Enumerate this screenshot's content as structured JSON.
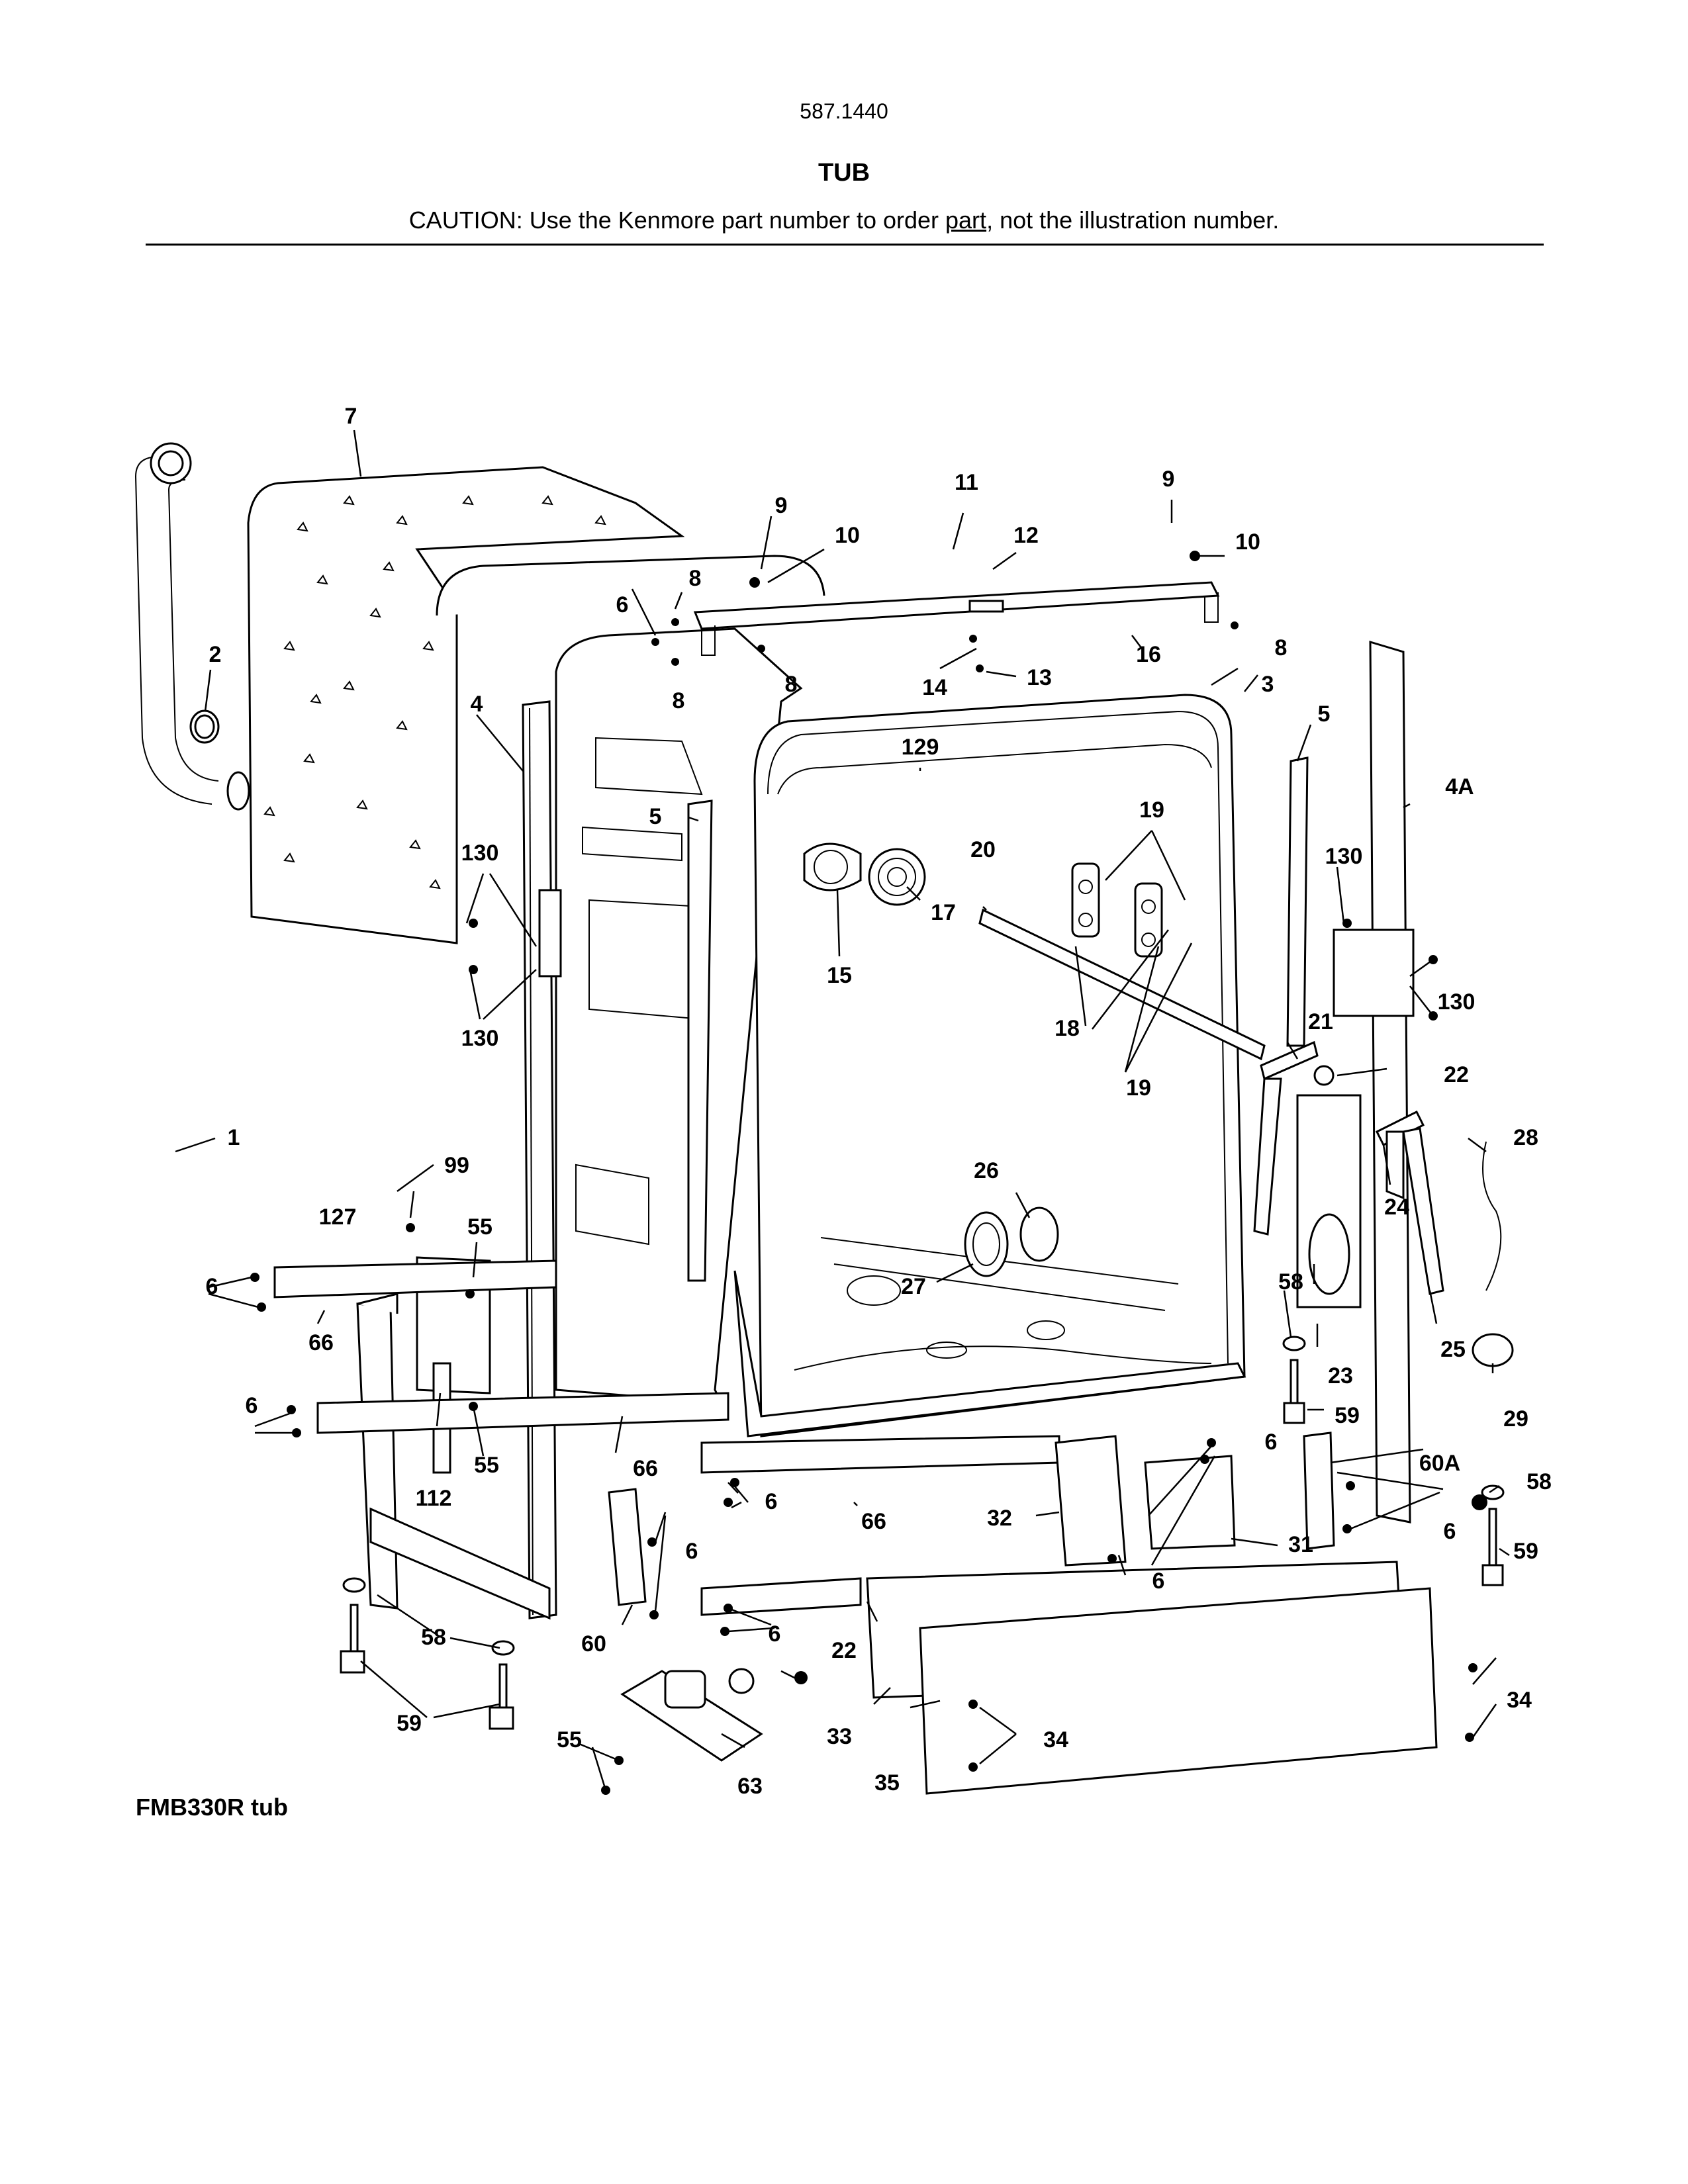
{
  "header": {
    "model_number": "587.1440",
    "title": "TUB",
    "caution_prefix": "CAUTION: Use the Kenmore part number to order ",
    "caution_link": "part",
    "caution_suffix": ", not the illustration number."
  },
  "footer": {
    "caption": "FMB330R tub"
  },
  "callouts": {
    "c1": "1",
    "c2": "2",
    "c3": "3",
    "c4": "4",
    "c4a": "4A",
    "c5a": "5",
    "c5b": "5",
    "c6a": "6",
    "c6b": "6",
    "c6c": "6",
    "c6d": "6",
    "c6e": "6",
    "c6f": "6",
    "c6g": "6",
    "c6h": "6",
    "c6i": "6",
    "c7": "7",
    "c8a": "8",
    "c8b": "8",
    "c8c": "8",
    "c8d": "8",
    "c9a": "9",
    "c9b": "9",
    "c10a": "10",
    "c10b": "10",
    "c11": "11",
    "c12": "12",
    "c13": "13",
    "c14": "14",
    "c15": "15",
    "c16": "16",
    "c17": "17",
    "c18": "18",
    "c19a": "19",
    "c19b": "19",
    "c20": "20",
    "c21": "21",
    "c22a": "22",
    "c22b": "22",
    "c23": "23",
    "c24": "24",
    "c25": "25",
    "c26": "26",
    "c27": "27",
    "c28": "28",
    "c29": "29",
    "c31": "31",
    "c32": "32",
    "c33": "33",
    "c34a": "34",
    "c34b": "34",
    "c35": "35",
    "c55a": "55",
    "c55b": "55",
    "c55c": "55",
    "c58a": "58",
    "c58b": "58",
    "c58c": "58",
    "c59a": "59",
    "c59b": "59",
    "c59c": "59",
    "c60": "60",
    "c60a": "60A",
    "c63": "63",
    "c66a": "66",
    "c66b": "66",
    "c66c": "66",
    "c99": "99",
    "c112": "112",
    "c127": "127",
    "c129": "129",
    "c130a": "130",
    "c130b": "130",
    "c130c": "130",
    "c130d": "130"
  }
}
